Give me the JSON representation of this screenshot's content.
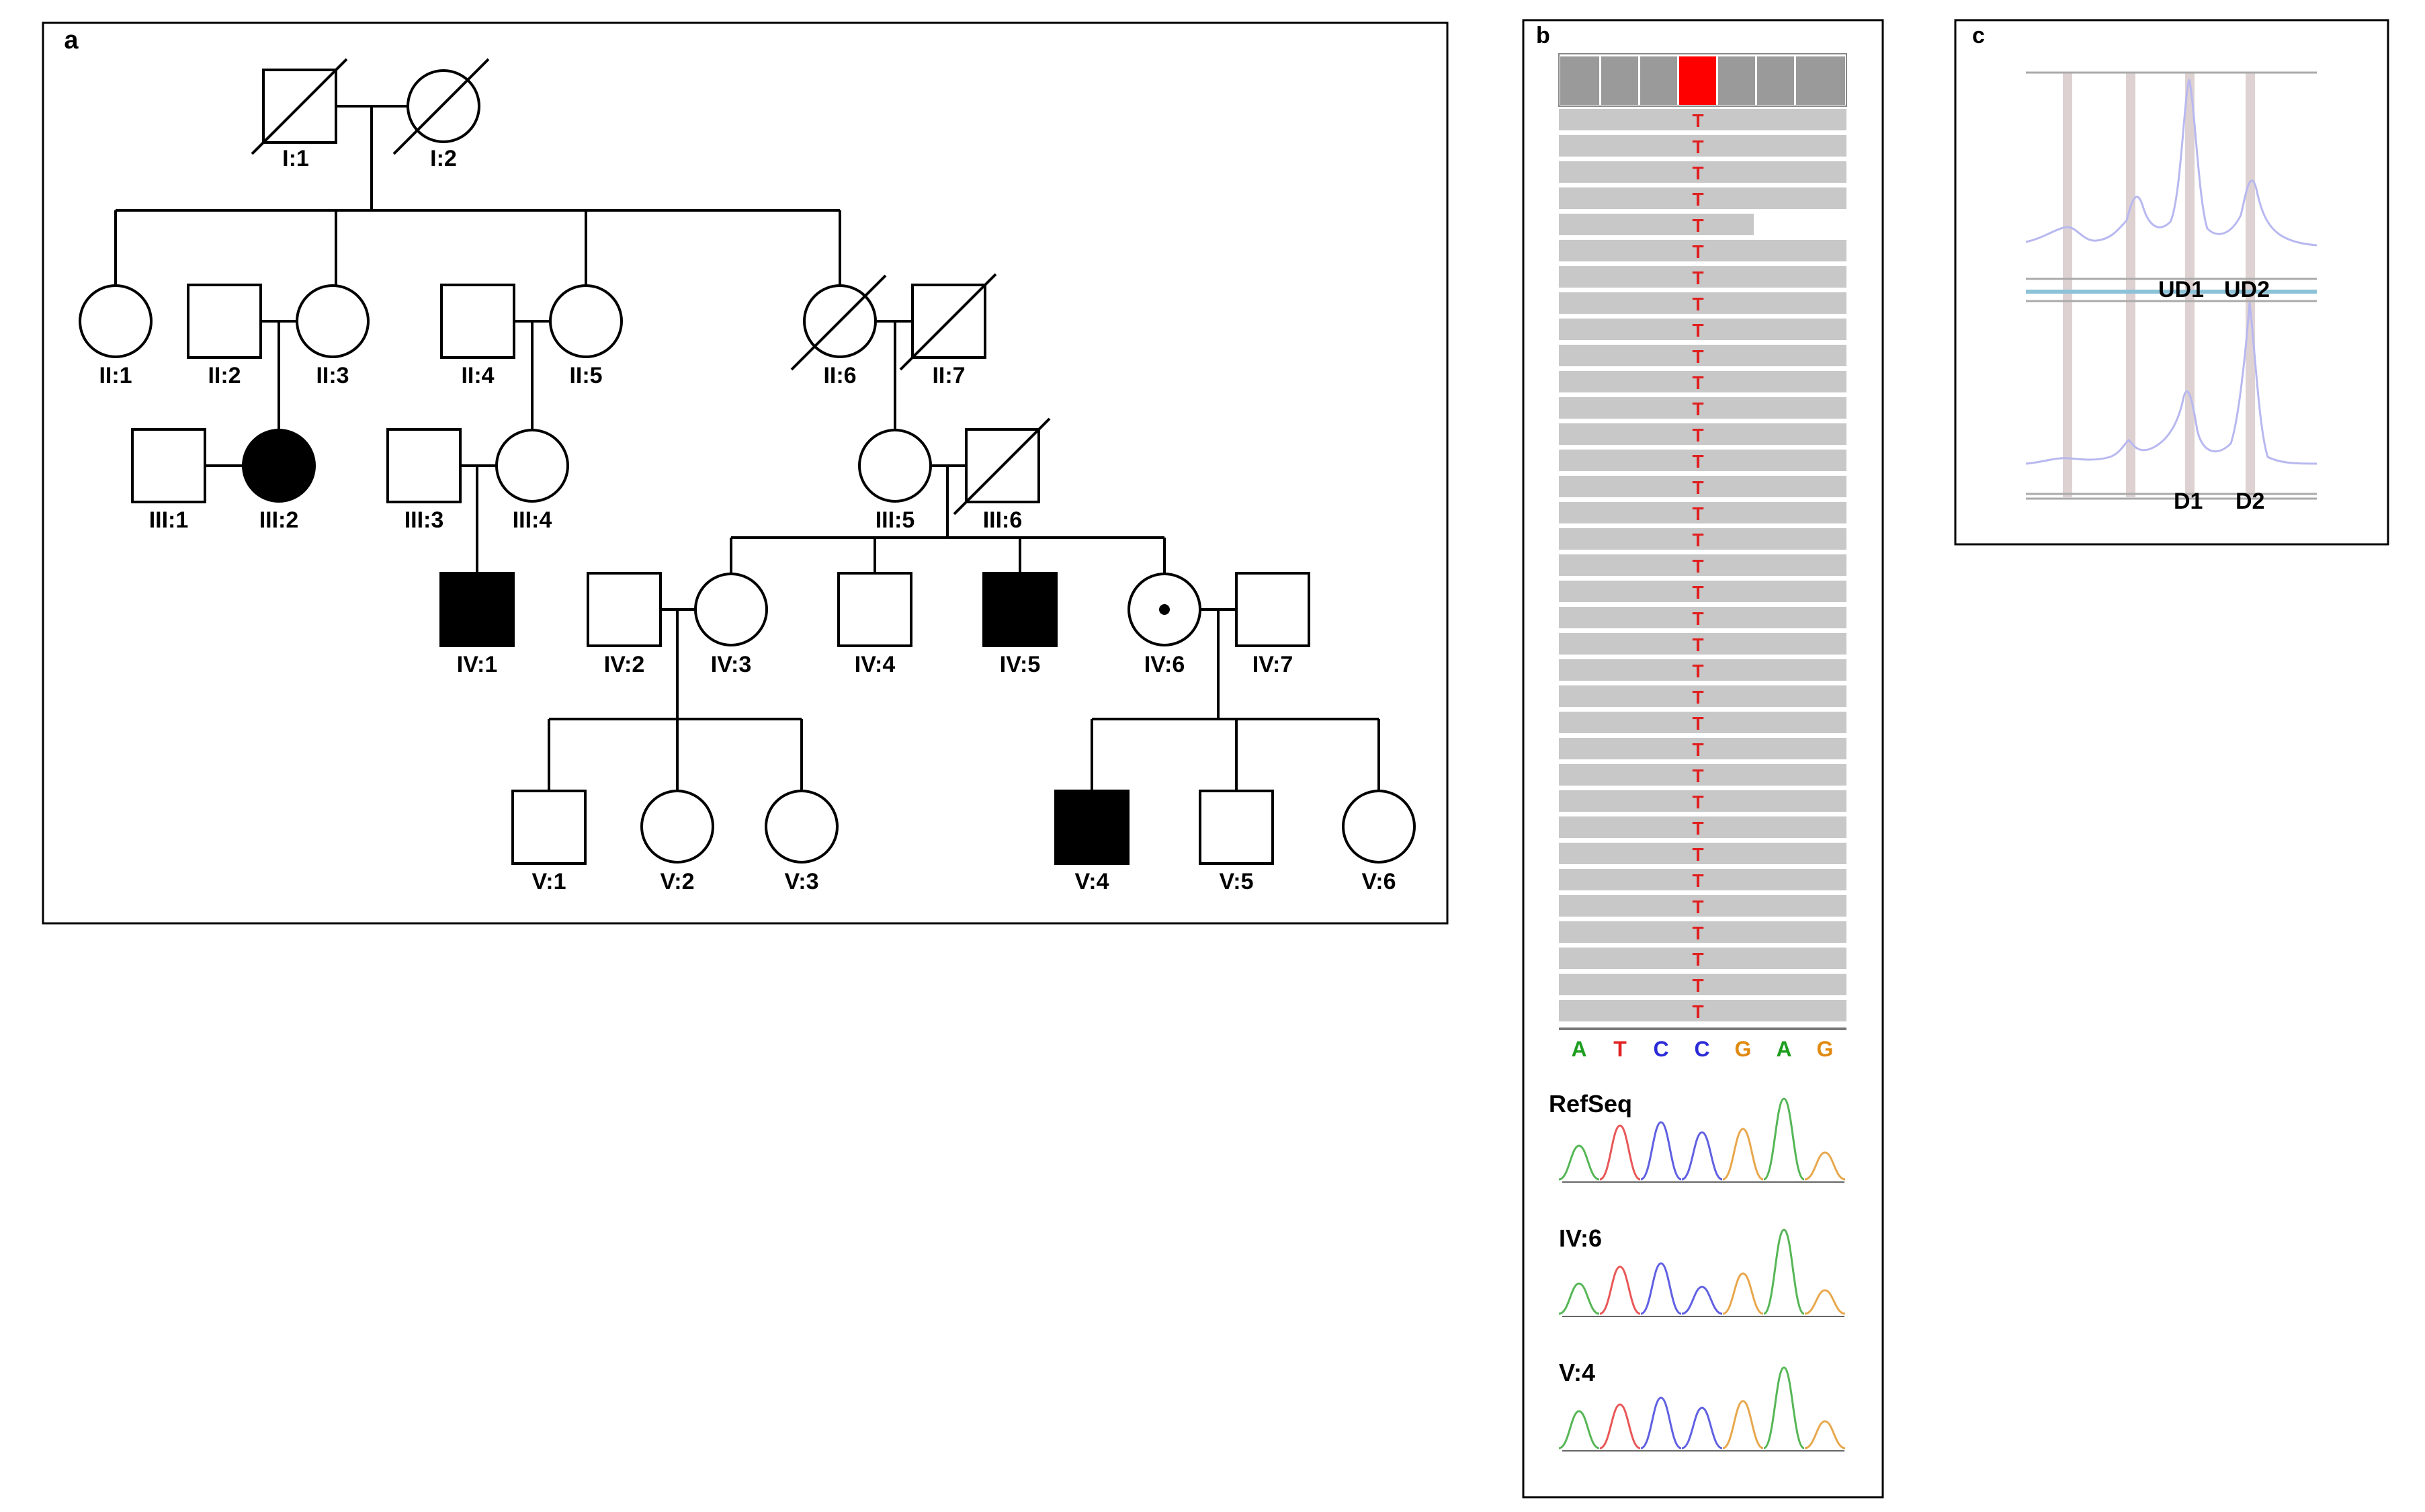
{
  "panels": {
    "a": {
      "letter": "a",
      "labels": {
        "I1": "I:1",
        "I2": "I:2",
        "II1": "II:1",
        "II2": "II:2",
        "II3": "II:3",
        "II4": "II:4",
        "II5": "II:5",
        "II6": "II:6",
        "II7": "II:7",
        "III1": "III:1",
        "III2": "III:2",
        "III3": "III:3",
        "III4": "III:4",
        "III5": "III:5",
        "III6": "III:6",
        "IV1": "IV:1",
        "IV2": "IV:2",
        "IV3": "IV:3",
        "IV4": "IV:4",
        "IV5": "IV:5",
        "IV6": "IV:6",
        "IV7": "IV:7",
        "V1": "V:1",
        "V2": "V:2",
        "V3": "V:3",
        "V4": "V:4",
        "V5": "V:5",
        "V6": "V:6"
      }
    },
    "b": {
      "letter": "b",
      "ref_bases": [
        "A",
        "T",
        "C",
        "C",
        "G",
        "A",
        "G"
      ],
      "variant_base": "T",
      "read_count": 35,
      "trace_labels": [
        "RefSeq",
        "IV:6",
        "V:4"
      ]
    },
    "c": {
      "letter": "c",
      "labels_top": [
        "UD1",
        "UD2"
      ],
      "labels_bottom": [
        "D1",
        "D2"
      ]
    }
  },
  "colors": {
    "affected": "#000000",
    "variant": "#e02020",
    "base_A": "#1e9e1e",
    "base_T": "#e02020",
    "base_C": "#2b2bd8",
    "base_G": "#e08a10",
    "read": "#c8c8c8",
    "peak_trace": "#b8b8f0"
  }
}
